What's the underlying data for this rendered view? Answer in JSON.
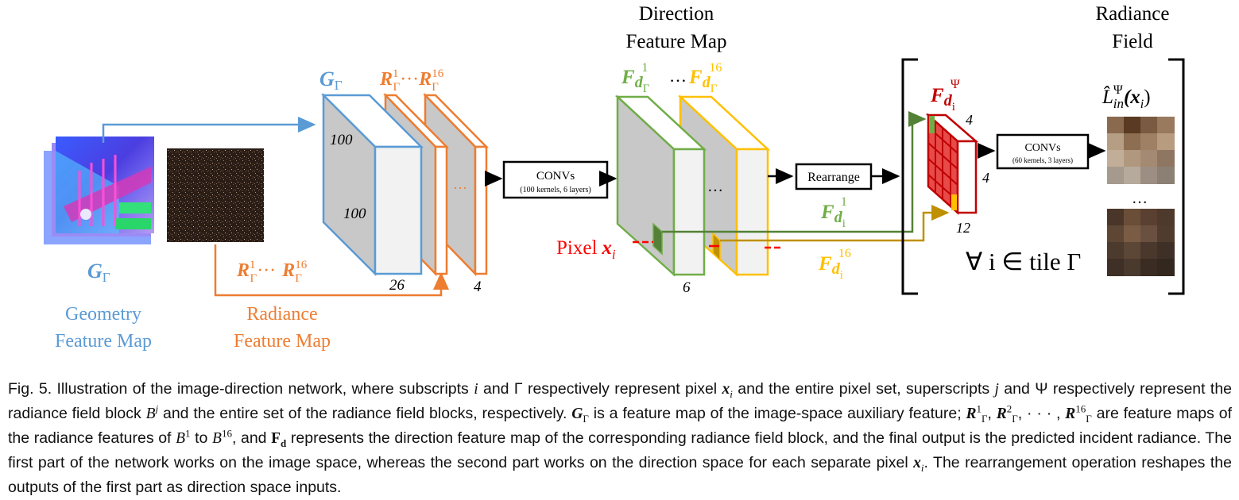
{
  "figure": {
    "geometry_map": {
      "symbol": "G",
      "sub": "Γ",
      "label_line1": "Geometry",
      "label_line2": "Feature Map"
    },
    "radiance_map": {
      "label_line1": "Radiance",
      "label_line2": "Feature Map",
      "sym_a": "R",
      "sup_a": "1",
      "sub_a": "Γ",
      "dots": "···",
      "sym_b": "R",
      "sup_b": "16",
      "sub_b": "Γ"
    },
    "block_g": {
      "symbol": "G",
      "sub": "Γ",
      "dim_h": "100",
      "dim_w": "100",
      "depth": "26"
    },
    "block_r": {
      "sym_a": "R",
      "sup_a": "1",
      "sub_a": "Γ",
      "dots": "···",
      "sym_b": "R",
      "sup_b": "16",
      "sub_b": "Γ",
      "depth": "4",
      "ellipsis": "···"
    },
    "conv1": {
      "title": "CONVs",
      "detail": "(100 kernels, 6 layers)"
    },
    "direction_map": {
      "title_line1": "Direction",
      "title_line2": "Feature Map",
      "f1_sym": "F",
      "f1_d": "d",
      "f1_sub": "Γ",
      "f1_sup": "1",
      "dots": "…",
      "f16_sym": "F",
      "f16_d": "d",
      "f16_sub": "Γ",
      "f16_sup": "16",
      "depth": "6",
      "ellipsis": "…"
    },
    "pixel": {
      "label": "Pixel",
      "var": "x",
      "sub": "i"
    },
    "rearrange": {
      "title": "Rearrange"
    },
    "out_f1": {
      "sym": "F",
      "d": "d",
      "sub": "i",
      "sup": "1"
    },
    "out_f16": {
      "sym": "F",
      "d": "d",
      "sub": "i",
      "sup": "16"
    },
    "fd_psi": {
      "sym": "F",
      "d": "d",
      "sub": "i",
      "sup": "Ψ",
      "dim_top": "4",
      "dim_right": "4",
      "dim_bottom": "12"
    },
    "conv2": {
      "title": "CONVs",
      "detail": "(60 kernels, 3 layers)"
    },
    "radiance_field": {
      "title_line1": "Radiance",
      "title_line2": "Field",
      "output_label": "L̂",
      "output_sup": "Ψ",
      "output_sub": "in",
      "output_arg": "(x",
      "output_arg_sub": "i",
      "output_close": ")",
      "dots": "…"
    },
    "forall": {
      "text": "∀ i ∈ tile Γ"
    },
    "colors": {
      "blue": "#5b9bd5",
      "orange": "#ed7d31",
      "green": "#70ad47",
      "yellow": "#ffc000",
      "red": "#c00000",
      "pixel_red": "#ff0000",
      "olive": "#538135",
      "gold": "#bf9000",
      "gray": "#bfbfbf"
    }
  },
  "caption": {
    "p1": "Fig. 5.  Illustration of the image-direction network, where subscripts ",
    "v_i": "i",
    "p2": " and Γ respectively represent pixel ",
    "v_x": "x",
    "v_x_sub": "i",
    "p3": " and the entire pixel set, superscripts ",
    "v_j": "j",
    "p4": " and Ψ respectively represent the radiance field block ",
    "v_B": "B",
    "v_B_sup": "j",
    "p5": " and the entire set of the radiance field blocks, respectively. ",
    "v_G": "G",
    "v_G_sub": "Γ",
    "p6": " is a feature map of the image-space auxiliary feature; ",
    "r1": "R",
    "r1_sup": "1",
    "r1_sub": "Γ",
    "sep1": ", ",
    "r2": "R",
    "r2_sup": "2",
    "r2_sub": "Γ",
    "sep2": ", · · · , ",
    "r16": "R",
    "r16_sup": "16",
    "r16_sub": "Γ",
    "p7": " are feature maps of the radiance features of ",
    "b1": "B",
    "b1_sup": "1",
    "p8": " to ",
    "b16": "B",
    "b16_sup": "16",
    "p9": ", and ",
    "fd": "F",
    "fd_sub": "d",
    "p10": " represents the direction feature map of the corresponding radiance field block, and the final output is the predicted incident radiance. The first part of the network works on the image space, whereas the second part works on the direction space for each separate pixel ",
    "x2": "x",
    "x2_sub": "i",
    "p11": ". The rearrangement operation reshapes the outputs of the first part as direction space inputs."
  }
}
